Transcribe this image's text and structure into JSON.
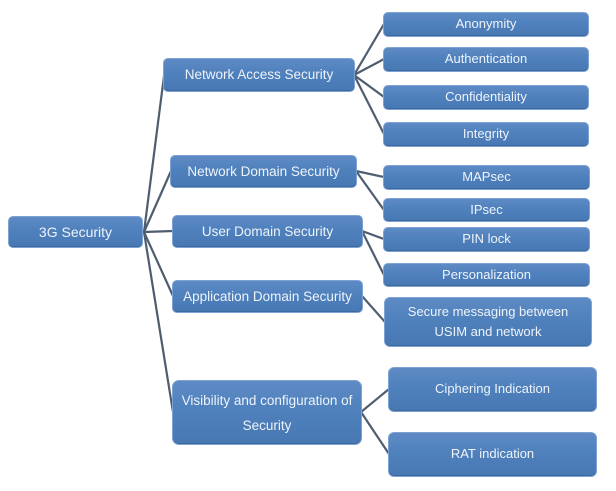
{
  "diagram": {
    "type": "hierarchy-smartart",
    "root": {
      "label": "3G Security"
    },
    "branches": [
      {
        "label": "Network Access Security",
        "children": [
          "Anonymity",
          "Authentication",
          "Confidentiality",
          "Integrity"
        ]
      },
      {
        "label": "Network Domain Security",
        "children": [
          "MAPsec",
          "IPsec"
        ]
      },
      {
        "label": "User Domain Security",
        "children": [
          "PIN lock",
          "Personalization"
        ]
      },
      {
        "label": "Application Domain Security",
        "children": [
          "Secure messaging between USIM and network"
        ]
      },
      {
        "label": "Visibility and configuration of Security",
        "children": [
          "Ciphering Indication",
          "RAT indication"
        ]
      }
    ],
    "colors": {
      "node_fill": "#4f81bd",
      "node_border": "#7da3d4",
      "node_text": "#eef3fa",
      "connector": "#4e5d70",
      "background": "#ffffff"
    }
  }
}
